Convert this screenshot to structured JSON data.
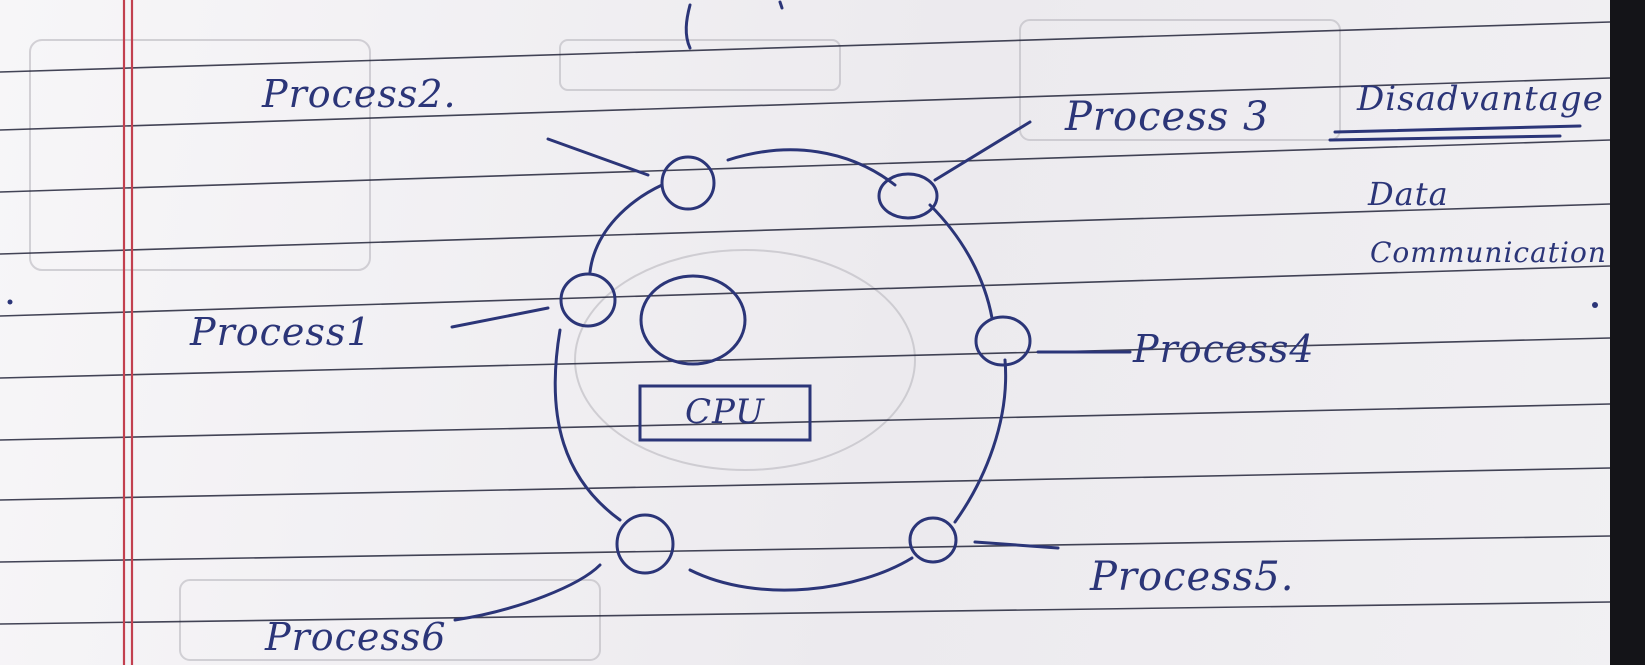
{
  "diagram": {
    "center": {
      "label": "CPU"
    },
    "processes": [
      {
        "id": "p1",
        "label": "Process1"
      },
      {
        "id": "p2",
        "label": "Process2."
      },
      {
        "id": "p3",
        "label": "Process 3"
      },
      {
        "id": "p4",
        "label": "Process4"
      },
      {
        "id": "p5",
        "label": "Process5."
      },
      {
        "id": "p6",
        "label": "Process6"
      }
    ]
  },
  "notes": {
    "heading": "Disadvantage",
    "line1": "Data",
    "line2": "Communication"
  },
  "colors": {
    "ink": "#2b3578",
    "paper": "#f3f2f4",
    "rule": "#23253a",
    "margin": "#c2404f"
  }
}
